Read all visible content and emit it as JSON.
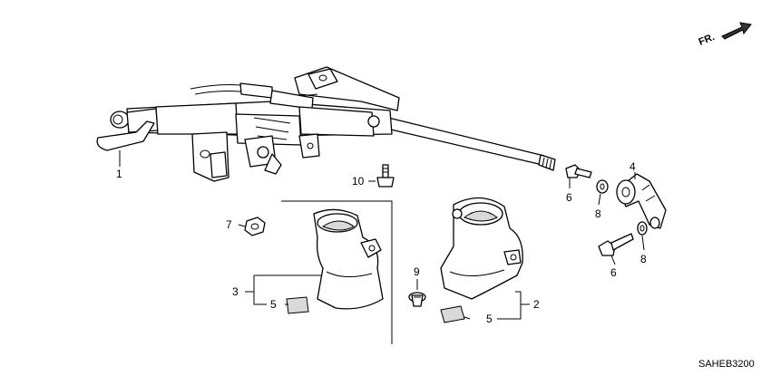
{
  "direction_label": "FR.",
  "diagram_code": "SAHEB3200",
  "callouts": {
    "steering_column": "1",
    "lower_cover_right": "2",
    "upper_cover_left": "3",
    "joint": "4",
    "label_left": "5",
    "label_right": "5",
    "bolt_upper": "6",
    "bolt_lower": "6",
    "nut": "7",
    "washer_upper": "8",
    "washer_lower": "8",
    "screw": "9",
    "bolt_column": "10"
  }
}
